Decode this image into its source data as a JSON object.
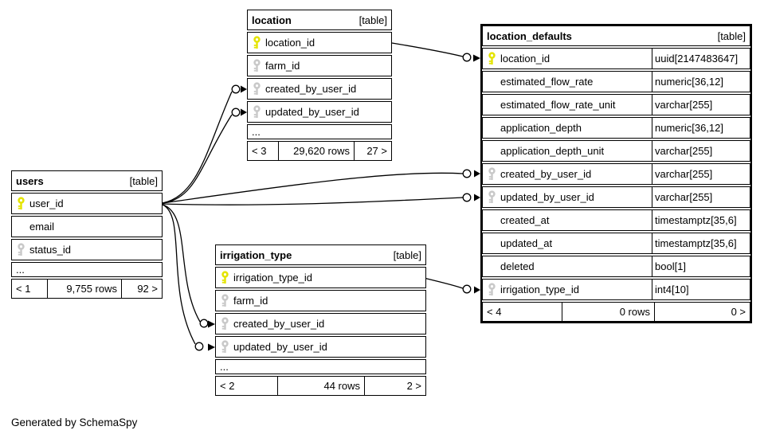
{
  "page": {
    "caption": "Generated by SchemaSpy"
  },
  "colors": {
    "header_bg": "#eeeeee",
    "primary_key": "#e4e400",
    "foreign_key": "#c9c9c9",
    "line": "#000000"
  },
  "icons": {
    "primary_key": "key-icon-yellow",
    "foreign_key": "key-icon-gray"
  },
  "tables": {
    "location": {
      "name": "location",
      "badge": "[table]",
      "columns": [
        {
          "name": "location_id",
          "key": "pk"
        },
        {
          "name": "farm_id",
          "key": "fk"
        },
        {
          "name": "created_by_user_id",
          "key": "fk"
        },
        {
          "name": "updated_by_user_id",
          "key": "fk"
        },
        {
          "name": "..."
        }
      ],
      "footer": {
        "prev": "< 3",
        "rows": "29,620 rows",
        "next": "27 >"
      }
    },
    "users": {
      "name": "users",
      "badge": "[table]",
      "columns": [
        {
          "name": "user_id",
          "key": "pk"
        },
        {
          "name": "email",
          "key": "none"
        },
        {
          "name": "status_id",
          "key": "fk"
        },
        {
          "name": "..."
        }
      ],
      "footer": {
        "prev": "< 1",
        "rows": "9,755 rows",
        "next": "92 >"
      }
    },
    "irrigation_type": {
      "name": "irrigation_type",
      "badge": "[table]",
      "columns": [
        {
          "name": "irrigation_type_id",
          "key": "pk"
        },
        {
          "name": "farm_id",
          "key": "fk"
        },
        {
          "name": "created_by_user_id",
          "key": "fk"
        },
        {
          "name": "updated_by_user_id",
          "key": "fk"
        },
        {
          "name": "..."
        }
      ],
      "footer": {
        "prev": "< 2",
        "rows": "44 rows",
        "next": "2 >"
      }
    },
    "location_defaults": {
      "name": "location_defaults",
      "badge": "[table]",
      "columns": [
        {
          "name": "location_id",
          "key": "pk",
          "type": "uuid[2147483647]"
        },
        {
          "name": "estimated_flow_rate",
          "key": "none",
          "type": "numeric[36,12]"
        },
        {
          "name": "estimated_flow_rate_unit",
          "key": "none",
          "type": "varchar[255]"
        },
        {
          "name": "application_depth",
          "key": "none",
          "type": "numeric[36,12]"
        },
        {
          "name": "application_depth_unit",
          "key": "none",
          "type": "varchar[255]"
        },
        {
          "name": "created_by_user_id",
          "key": "fk",
          "type": "varchar[255]"
        },
        {
          "name": "updated_by_user_id",
          "key": "fk",
          "type": "varchar[255]"
        },
        {
          "name": "created_at",
          "key": "none",
          "type": "timestamptz[35,6]"
        },
        {
          "name": "updated_at",
          "key": "none",
          "type": "timestamptz[35,6]"
        },
        {
          "name": "deleted",
          "key": "none",
          "type": "bool[1]"
        },
        {
          "name": "irrigation_type_id",
          "key": "fk",
          "type": "int4[10]"
        }
      ],
      "footer": {
        "prev": "< 4",
        "rows": "0 rows",
        "next": "0 >"
      }
    }
  },
  "relationships": [
    {
      "from": "location.location_id",
      "to": "location_defaults.location_id"
    },
    {
      "from": "users.user_id",
      "to": "location.created_by_user_id"
    },
    {
      "from": "users.user_id",
      "to": "location.updated_by_user_id"
    },
    {
      "from": "users.user_id",
      "to": "location_defaults.created_by_user_id"
    },
    {
      "from": "users.user_id",
      "to": "location_defaults.updated_by_user_id"
    },
    {
      "from": "users.user_id",
      "to": "irrigation_type.created_by_user_id"
    },
    {
      "from": "users.user_id",
      "to": "irrigation_type.updated_by_user_id"
    },
    {
      "from": "irrigation_type.irrigation_type_id",
      "to": "location_defaults.irrigation_type_id"
    }
  ]
}
